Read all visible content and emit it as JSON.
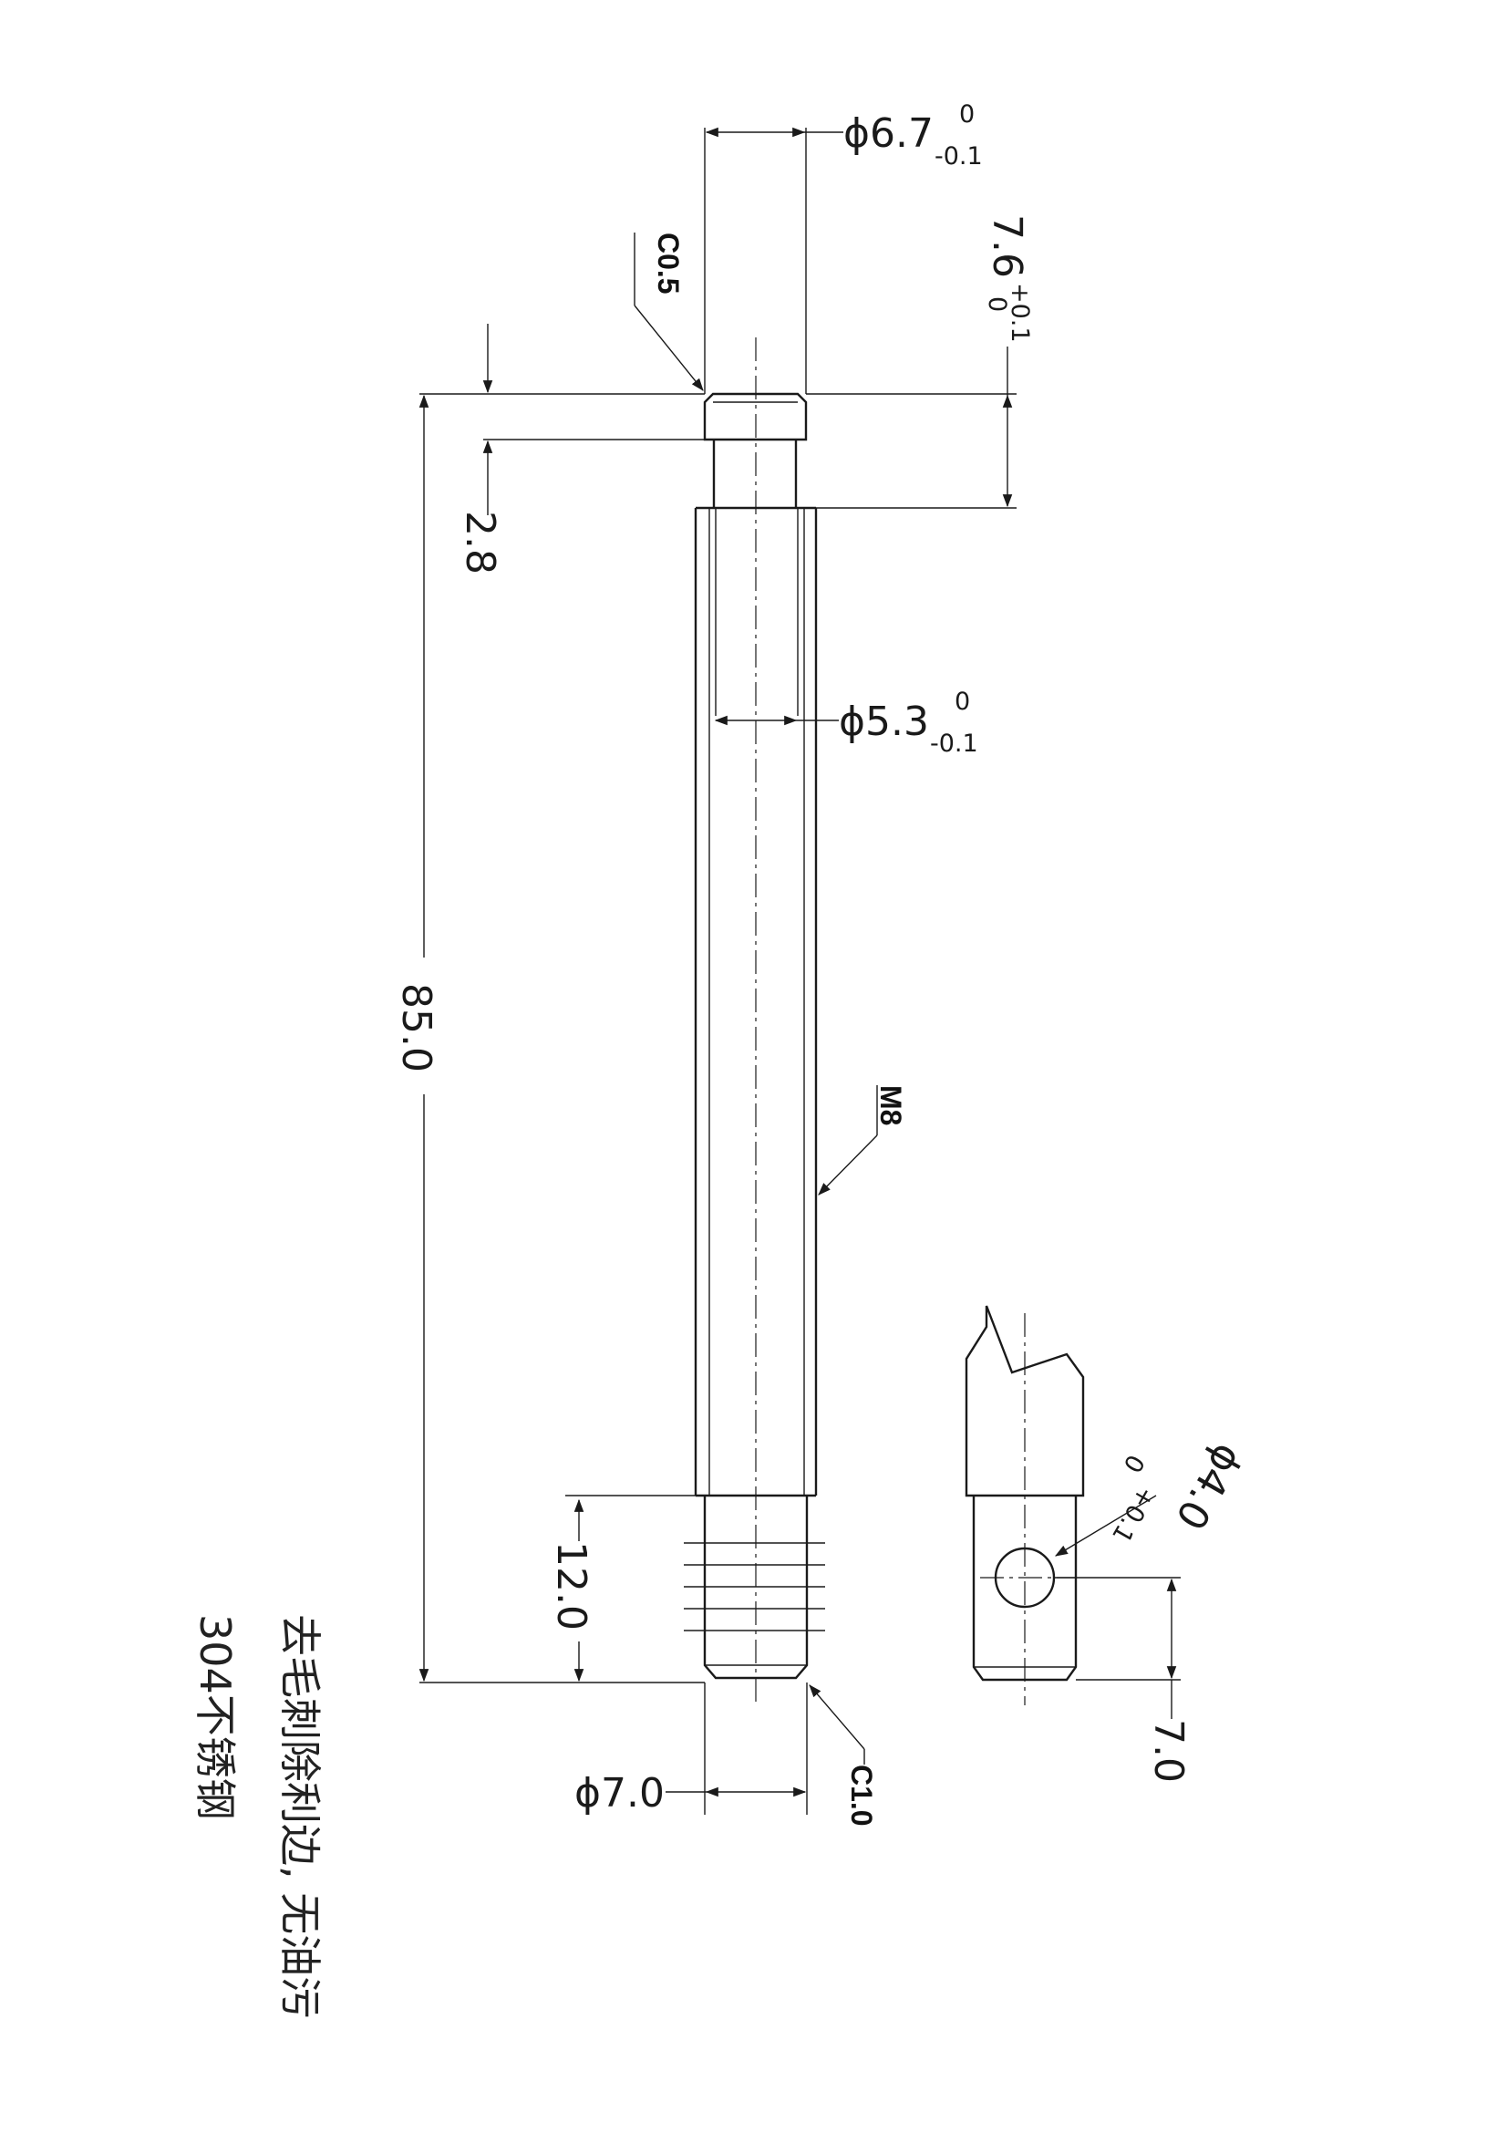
{
  "drawing": {
    "dimensions": {
      "top_diameter": "ϕ6.7",
      "top_diameter_tol_upper": "0",
      "top_diameter_tol_lower": "-0.1",
      "head_length": "7.6",
      "head_length_tol_upper": "+0.1",
      "head_length_tol_lower": "0",
      "shoulder_length": "2.8",
      "total_length": "85.0",
      "body_diameter": "ϕ5.3",
      "body_diameter_tol_upper": "0",
      "body_diameter_tol_lower": "-0.1",
      "thread_length": "12.0",
      "bottom_diameter": "ϕ7.0",
      "hole_diameter": "ϕ4.0",
      "hole_diameter_tol_upper": "+0.1",
      "hole_diameter_tol_lower": "0",
      "hole_offset": "7.0"
    },
    "callouts": {
      "top_chamfer": "C0.5",
      "bottom_chamfer": "C1.0",
      "thread": "M8"
    },
    "notes": {
      "line1": "去毛刺除利边, 无油污",
      "line2": "304不锈钢"
    }
  }
}
